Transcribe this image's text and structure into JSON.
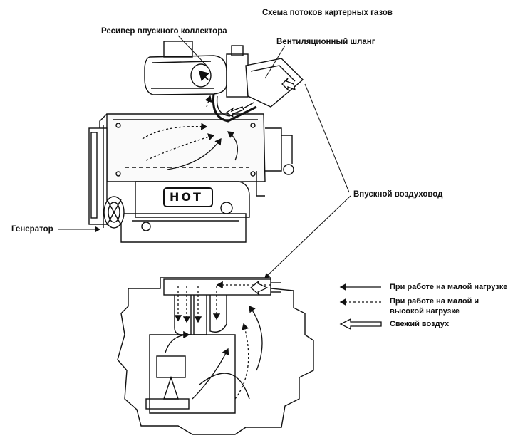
{
  "title": "Схема потоков картерных газов",
  "labels": {
    "intake_receiver": "Ресивер впускного коллектора",
    "vent_hose": "Вентиляционный шланг",
    "air_duct": "Впускной воздуховод",
    "generator": "Генератор",
    "hot": "HOT"
  },
  "legend": [
    {
      "text": "При работе на малой нагрузке",
      "style": "solid-arrow"
    },
    {
      "text": "При работе на малой и высокой нагрузке",
      "style": "dotted-arrow"
    },
    {
      "text": "Свежий воздух",
      "style": "hollow-arrow"
    }
  ],
  "colors": {
    "ink": "#111111",
    "background": "#ffffff"
  }
}
